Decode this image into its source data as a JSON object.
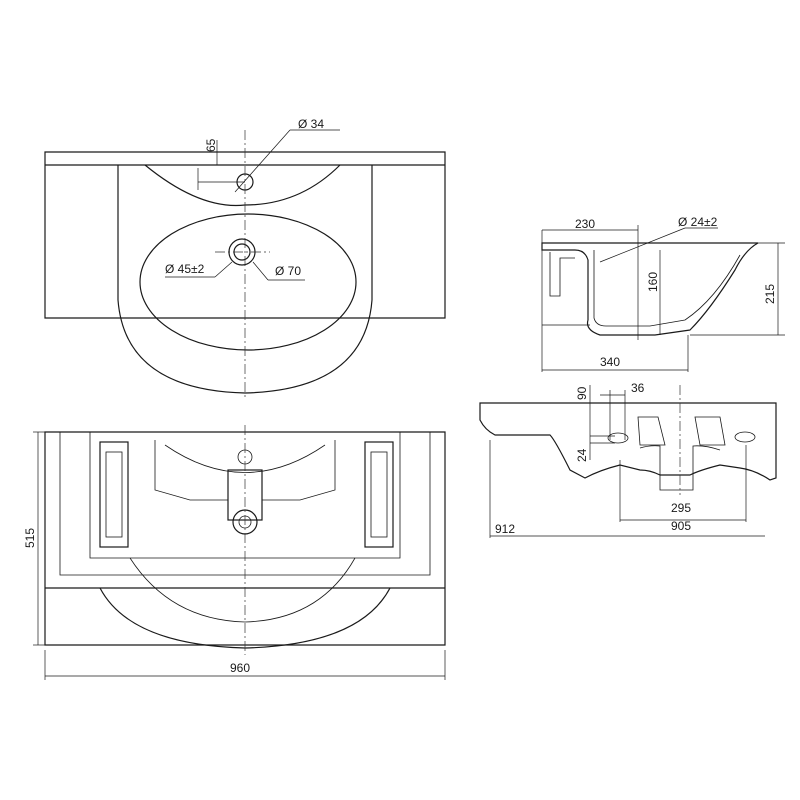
{
  "title": "Washbasin technical drawing",
  "plan_view": {
    "tap_hole_diameter": "Ø 34",
    "tap_hole_offset": "65",
    "drain_inner_diameter": "Ø 45±2",
    "drain_outer_diameter": "Ø 70"
  },
  "section_view": {
    "depth_to_drain": "230",
    "overflow_diameter": "Ø 24±2",
    "bowl_depth": "160",
    "total_height": "215",
    "overall_depth": "340"
  },
  "front_view": {
    "bracket_height": "90",
    "bracket_hole_width": "36",
    "bracket_hole_height": "24",
    "drain_width": "295",
    "bracket_spacing": "905",
    "total_width": "912"
  },
  "underside_view": {
    "depth": "515",
    "width": "960"
  }
}
